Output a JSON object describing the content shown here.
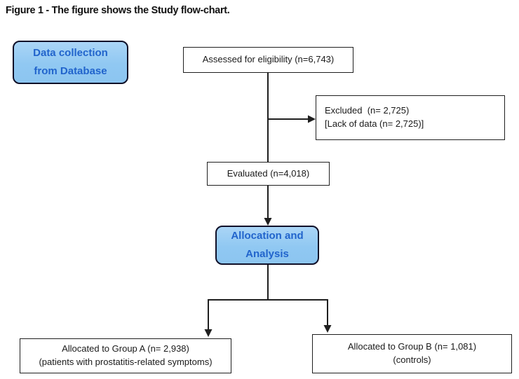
{
  "figure": {
    "title": "Figure 1 - The figure shows the Study flow-chart."
  },
  "colors": {
    "blue_node_fill": "#90c8f2",
    "blue_node_border": "#101028",
    "blue_node_text": "#2164cc",
    "plain_node_border": "#1f1f1f",
    "connector": "#1f1f1f",
    "background": "#ffffff"
  },
  "nodes": {
    "data_collection": {
      "line1": "Data collection",
      "line2": "from Database"
    },
    "assessed": {
      "label": "Assessed for eligibility (n=6,743)"
    },
    "excluded": {
      "line1": "Excluded  (n= 2,725)",
      "line2": "[Lack of data (n= 2,725)]"
    },
    "evaluated": {
      "label": "Evaluated (n=4,018)"
    },
    "allocation": {
      "line1": "Allocation and",
      "line2": "Analysis"
    },
    "group_a": {
      "line1": "Allocated to Group A (n= 2,938)",
      "line2": "(patients with prostatitis-related symptoms)"
    },
    "group_b": {
      "line1": "Allocated to Group B (n= 1,081)",
      "line2": "(controls)"
    }
  }
}
